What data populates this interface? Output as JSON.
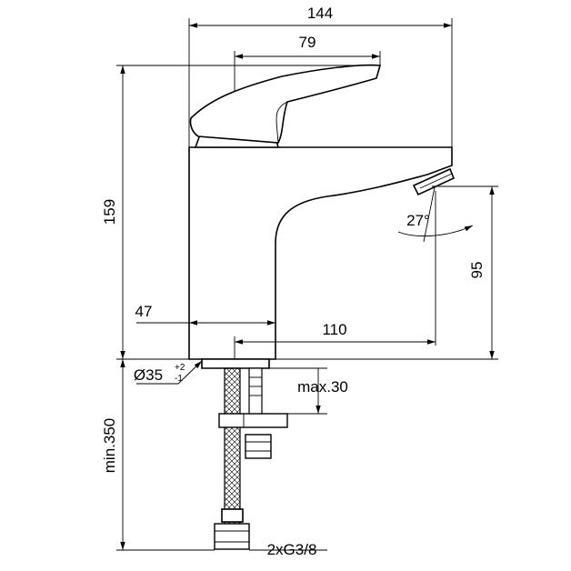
{
  "dimensions": {
    "overall_width": "144",
    "lever_length": "79",
    "overall_height": "159",
    "spout_height": "95",
    "body_offset": "47",
    "spout_reach": "110",
    "angle": "27°",
    "hole_diameter": "Ø35",
    "hole_tol_plus": "+2",
    "hole_tol_minus": "-1",
    "max_thickness": "max.30",
    "min_length": "min.350",
    "connection": "2xG3/8"
  }
}
